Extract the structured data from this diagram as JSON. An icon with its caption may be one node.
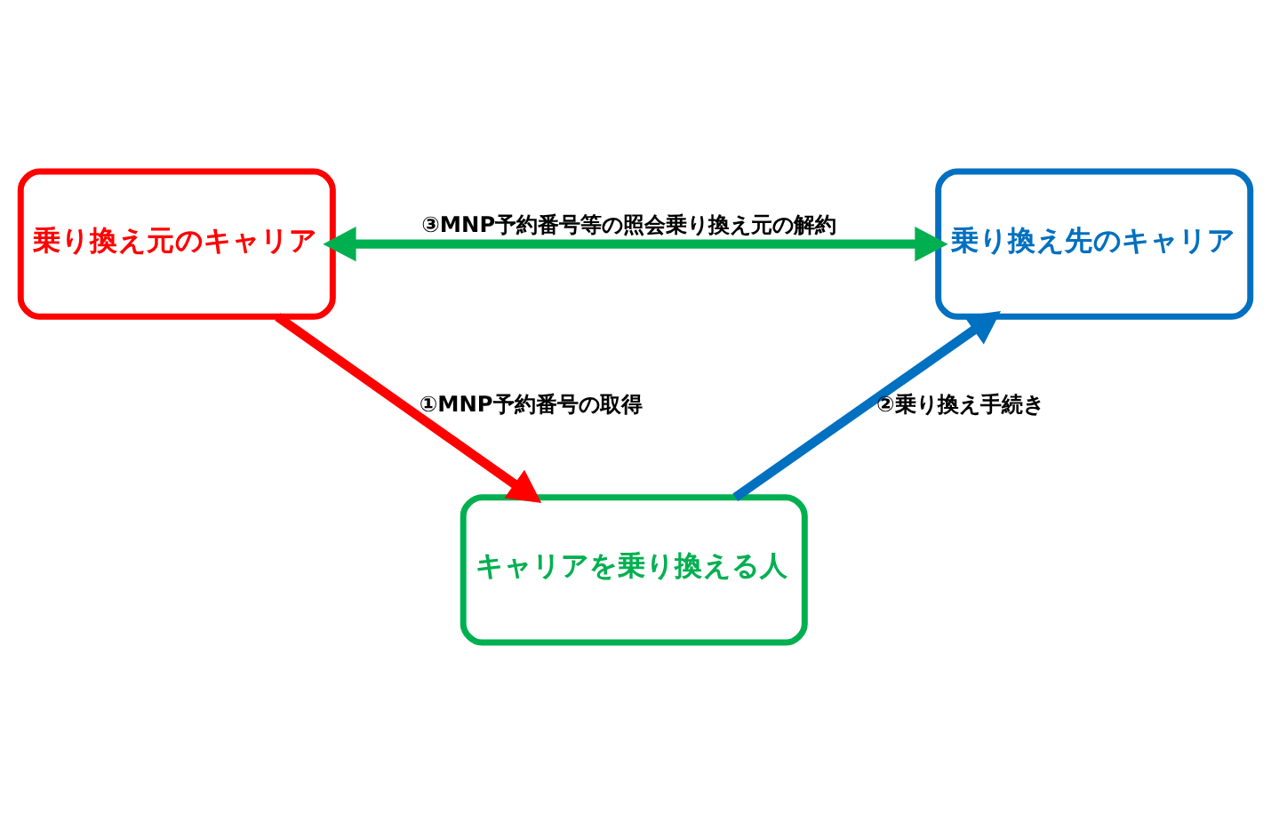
{
  "diagram": {
    "nodes": [
      {
        "text": [
          "乗り換え元のキャリア"
        ]
      },
      {
        "text": [
          "乗り換え先のキャリア"
        ]
      },
      {
        "text": [
          "キャリアを乗り換える人"
        ]
      }
    ],
    "edges": [
      {
        "from": 0,
        "to": 1,
        "arrow": "both",
        "label": "③MNP予約番号等の照会乗り換え元の解約",
        "color": "#00b050"
      },
      {
        "from": 0,
        "to": 2,
        "arrow": "to",
        "label": "①MNP予約番号の取得",
        "color": "#ff0000"
      },
      {
        "from": 2,
        "to": 1,
        "arrow": "to",
        "label": "②乗り換え手続き",
        "color": "#0070c0"
      }
    ]
  }
}
